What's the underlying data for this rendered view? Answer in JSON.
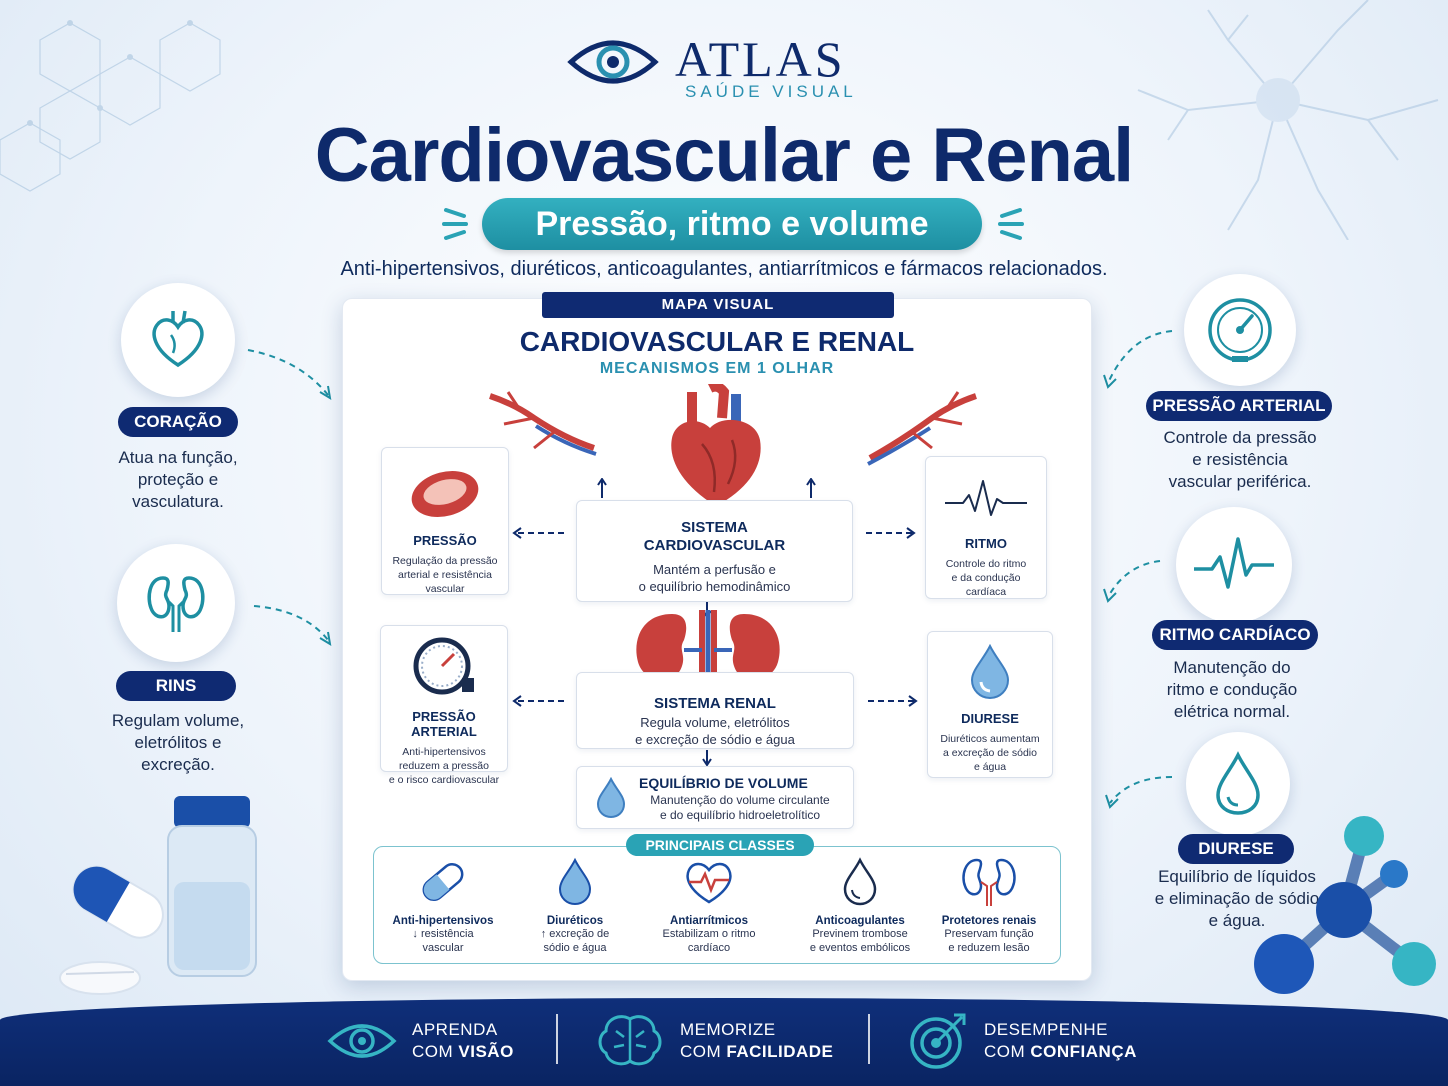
{
  "brand": {
    "name": "ATLAS",
    "tagline": "SAÚDE VISUAL"
  },
  "header": {
    "title": "Cardiovascular e Renal",
    "subtitle": "Pressão, ritmo e volume",
    "description": "Anti-hipertensivos, diuréticos, anticoagulantes, antiarrítmicos e fármacos relacionados."
  },
  "left_items": [
    {
      "icon": "heart-icon",
      "label": "CORAÇÃO",
      "text": [
        "Atua na função,",
        "proteção e",
        "vasculatura."
      ]
    },
    {
      "icon": "kidneys-icon",
      "label": "RINS",
      "text": [
        "Regulam volume,",
        "eletrólitos e",
        "excreção."
      ]
    }
  ],
  "right_items": [
    {
      "icon": "gauge-icon",
      "label": "PRESSÃO ARTERIAL",
      "text": [
        "Controle da pressão",
        "e resistência",
        "vascular periférica."
      ]
    },
    {
      "icon": "pulse-icon",
      "label": "RITMO CARDÍACO",
      "text": [
        "Manutenção do",
        "ritmo e condução",
        "elétrica normal."
      ]
    },
    {
      "icon": "water-drop-icon",
      "label": "DIURESE",
      "text": [
        "Equilíbrio de líquidos",
        "e eliminação de sódio",
        "e água."
      ]
    }
  ],
  "map": {
    "tag": "MAPA VISUAL",
    "title": "CARDIOVASCULAR E RENAL",
    "subtitle": "MECANISMOS EM 1 OLHAR",
    "pressao": {
      "title": "PRESSÃO",
      "text": [
        "Regulação da pressão",
        "arterial e resistência",
        "vascular"
      ]
    },
    "sistema_cv": {
      "title": [
        "SISTEMA",
        "CARDIOVASCULAR"
      ],
      "text": [
        "Mantém a perfusão e",
        "o equilíbrio hemodinâmico"
      ]
    },
    "ritmo": {
      "title": "RITMO",
      "text": [
        "Controle do ritmo",
        "e da condução",
        "cardíaca"
      ]
    },
    "pressao_arterial": {
      "title": "PRESSÃO ARTERIAL",
      "text": [
        "Anti-hipertensivos",
        "reduzem a pressão",
        "e o risco cardiovascular"
      ]
    },
    "sistema_renal": {
      "title": "SISTEMA RENAL",
      "text": [
        "Regula volume, eletrólitos",
        "e excreção de sódio e água"
      ]
    },
    "diurese": {
      "title": "DIURESE",
      "text": [
        "Diuréticos aumentam",
        "a excreção de sódio",
        "e água"
      ]
    },
    "equilibrio": {
      "title": "EQUILÍBRIO DE VOLUME",
      "text": [
        "Manutenção do volume circulante",
        "e do equilíbrio hidroeletrolítico"
      ]
    },
    "classes_tag": "PRINCIPAIS CLASSES",
    "classes": [
      {
        "icon": "capsule-icon",
        "title": "Anti-hipertensivos",
        "text": [
          "↓ resistência",
          "vascular"
        ]
      },
      {
        "icon": "drop-icon",
        "title": "Diuréticos",
        "text": [
          "↑ excreção de",
          "sódio e água"
        ]
      },
      {
        "icon": "heart-pulse-icon",
        "title": "Antiarrítmicos",
        "text": [
          "Estabilizam o ritmo",
          "cardíaco"
        ]
      },
      {
        "icon": "drop-outline-icon",
        "title": "Anticoagulantes",
        "text": [
          "Previnem trombose",
          "e eventos embólicos"
        ]
      },
      {
        "icon": "kidney-outline-icon",
        "title": "Protetores renais",
        "text": [
          "Preservam função",
          "e reduzem lesão"
        ]
      }
    ]
  },
  "footer": [
    {
      "icon": "eye-icon",
      "line1": "APRENDA",
      "line2_pre": "COM ",
      "line2_bold": "VISÃO"
    },
    {
      "icon": "brain-icon",
      "line1": "MEMORIZE",
      "line2_pre": "COM ",
      "line2_bold": "FACILIDADE"
    },
    {
      "icon": "target-icon",
      "line1": "DESEMPENHE",
      "line2_pre": "COM ",
      "line2_bold": "CONFIANÇA"
    }
  ],
  "colors": {
    "navy": "#0f2a72",
    "teal": "#2aa3b5",
    "organ_red": "#c8403c"
  }
}
